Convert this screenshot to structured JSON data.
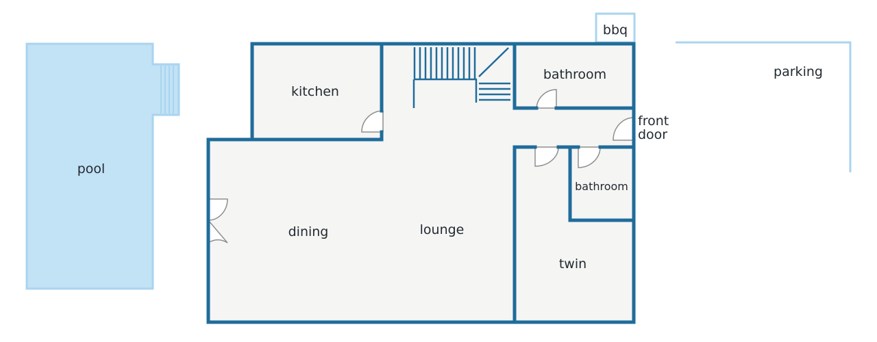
{
  "labels": {
    "pool": "pool",
    "kitchen": "kitchen",
    "bathroom_top": "bathroom",
    "bbq": "bbq",
    "parking": "parking",
    "front_door_line1": "front",
    "front_door_line2": "door",
    "bathroom_small": "bathroom",
    "dining": "dining",
    "lounge": "lounge",
    "twin": "twin"
  },
  "colors": {
    "wall": "#1f6c9a",
    "floor": "#f5f5f4",
    "pool_fill": "#c2e2f6",
    "pool_outline": "#a9d4ef",
    "door": "#8e8e8e",
    "text": "#222a30"
  }
}
